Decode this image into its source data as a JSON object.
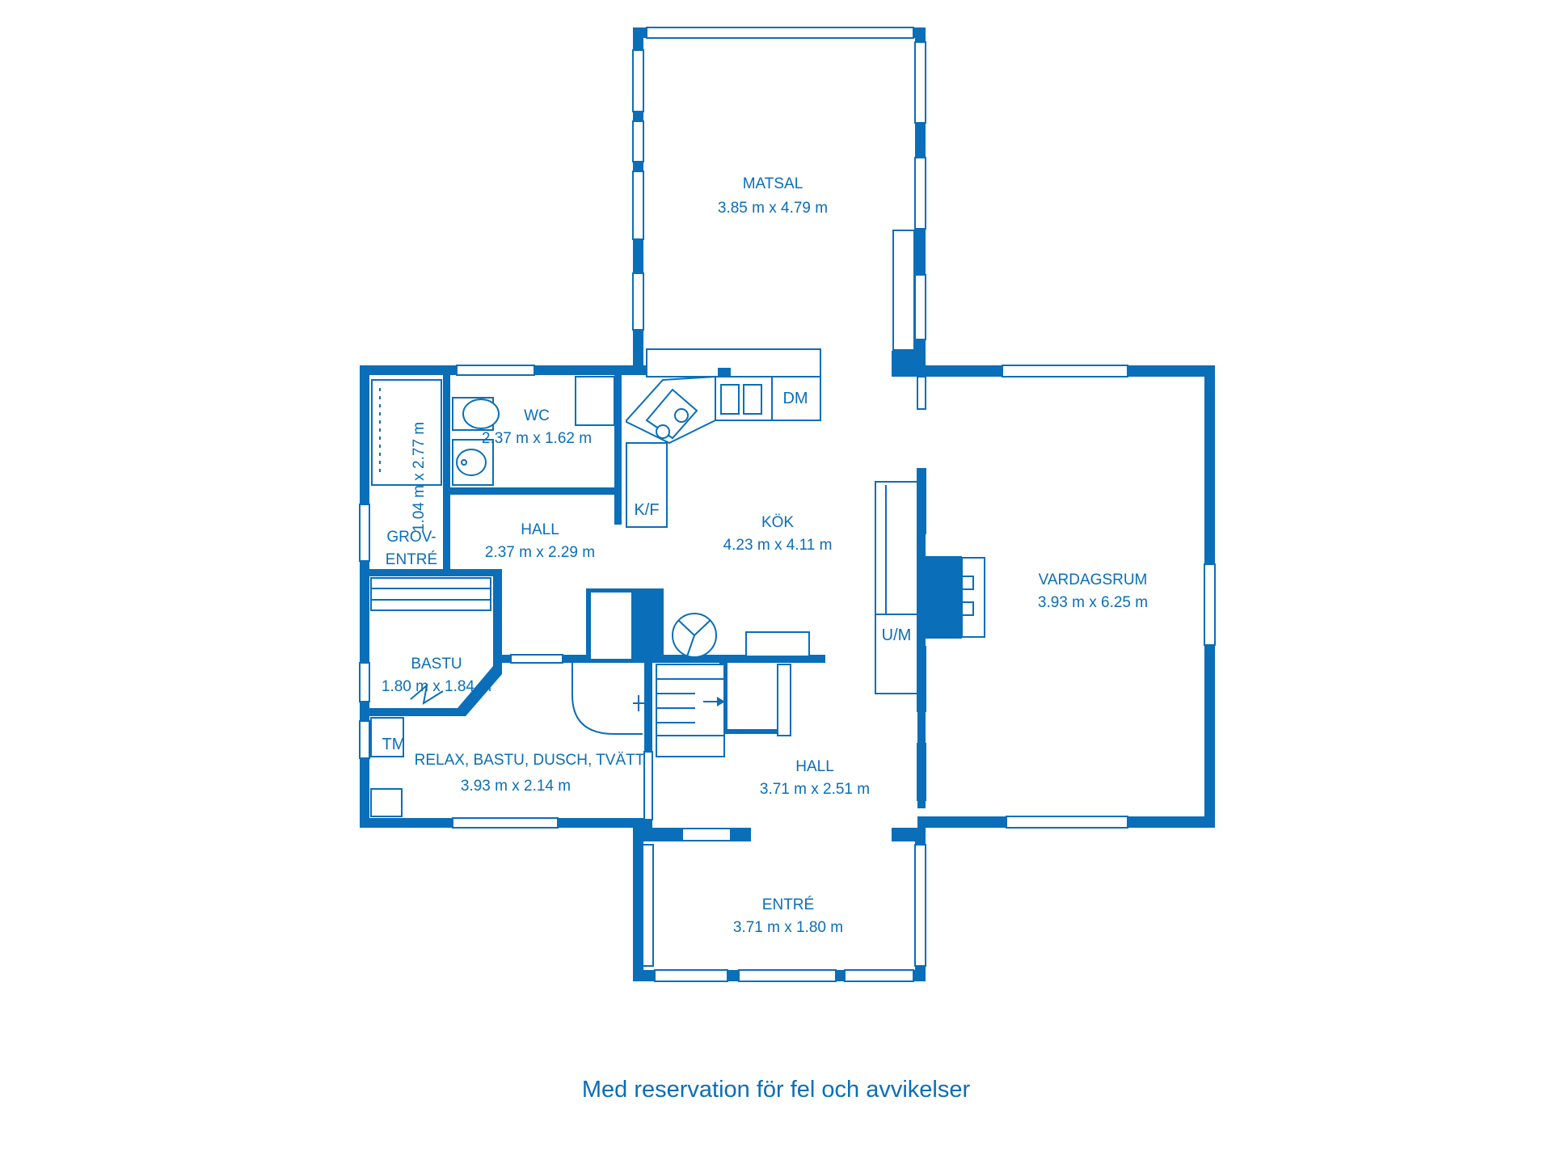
{
  "rooms": {
    "matsal": {
      "name": "MATSAL",
      "size": "3.85 m x 4.79 m"
    },
    "wc": {
      "name": "WC",
      "size": "2.37 m x 1.62 m"
    },
    "grov": {
      "name_line1": "GROV-",
      "name_line2": "ENTRÉ",
      "size": "1.04 m x 2.77 m"
    },
    "hall_w": {
      "name": "HALL",
      "size": "2.37 m x 2.29 m"
    },
    "kok": {
      "name": "KÖK",
      "size": "4.23 m x 4.11 m"
    },
    "vardag": {
      "name": "VARDAGSRUM",
      "size": "3.93 m x 6.25 m"
    },
    "bastu": {
      "name": "BASTU",
      "size": "1.80 m x 1.84 m"
    },
    "relax": {
      "name": "RELAX, BASTU, DUSCH, TVÄTT",
      "size": "3.93 m x 2.14 m"
    },
    "hall_c": {
      "name": "HALL",
      "size": "3.71 m x 2.51 m"
    },
    "entre": {
      "name": "ENTRÉ",
      "size": "3.71 m x 1.80 m"
    }
  },
  "fixtures": {
    "dm": "DM",
    "kf": "K/F",
    "um": "U/M",
    "tm": "TM"
  },
  "disclaimer": "Med reservation för fel och avvikelser",
  "colors": {
    "wall": "#0a6eb8",
    "background": "#ffffff"
  }
}
